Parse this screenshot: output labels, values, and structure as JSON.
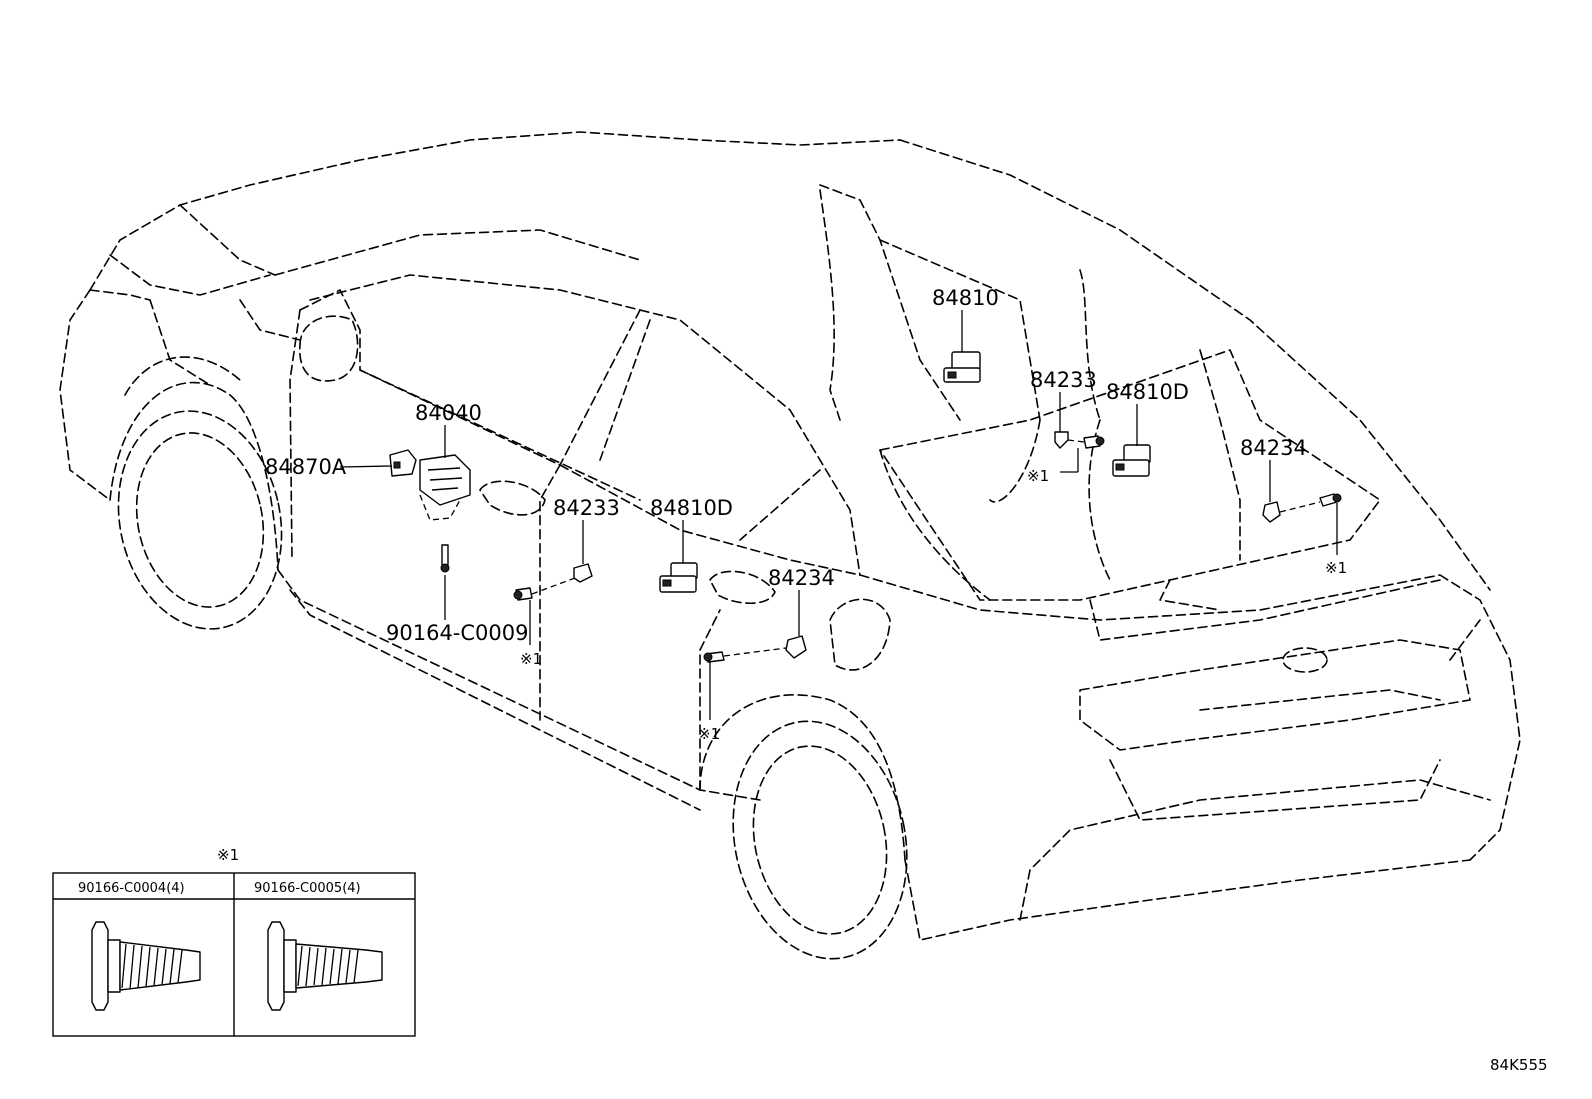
{
  "parts": {
    "p84810": "84810",
    "p84233_rear": "84233",
    "p84810D_rear": "84810D",
    "p84234_rear": "84234",
    "p84040": "84040",
    "p84870A": "84870A",
    "p84233_front": "84233",
    "p84810D_front": "84810D",
    "p84234_front": "84234",
    "p90164": "90164-C0009"
  },
  "notes": {
    "ref1": "※1"
  },
  "legend": {
    "title": "※1",
    "left_label": "90166-C0004(4)",
    "right_label": "90166-C0005(4)"
  },
  "diagram_code": "84K555"
}
